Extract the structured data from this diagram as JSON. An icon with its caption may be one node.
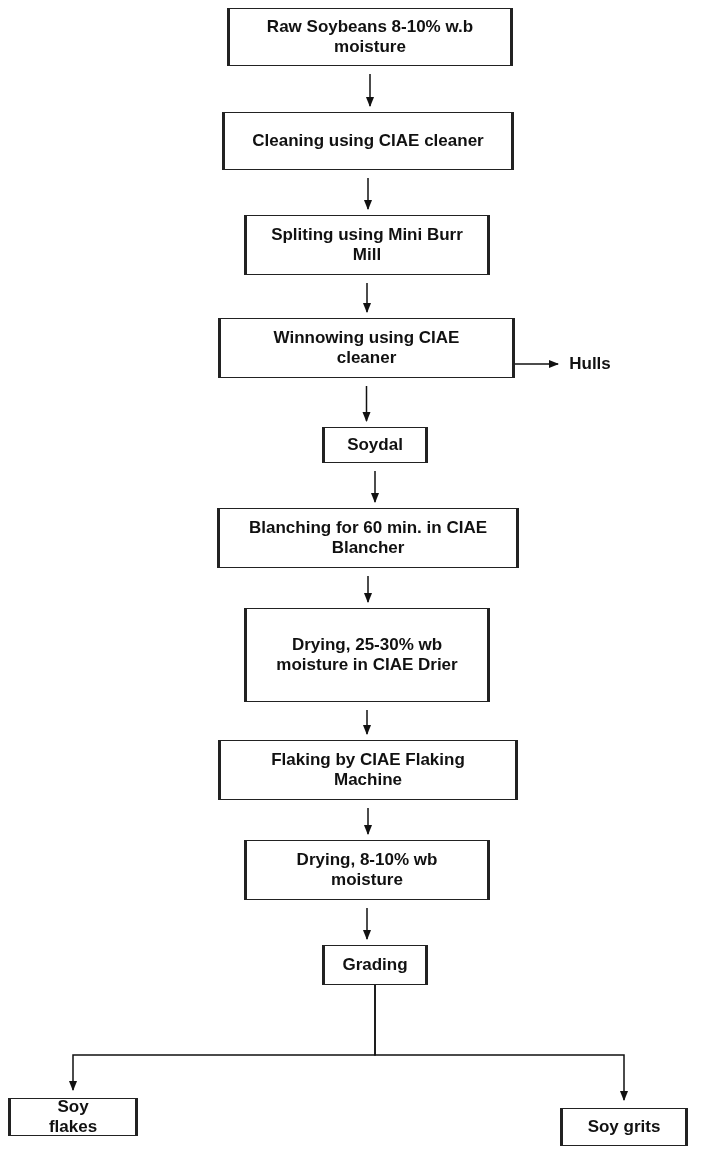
{
  "diagram": {
    "nodes": [
      {
        "text": [
          "Raw Soybeans 8-10% w.b moisture"
        ]
      },
      {
        "text": [
          "Cleaning using CIAE cleaner"
        ]
      },
      {
        "text": [
          "Spliting using Mini Burr Mill"
        ]
      },
      {
        "text": [
          "Winnowing using CIAE cleaner"
        ]
      },
      {
        "text": [
          "Hulls"
        ]
      },
      {
        "text": [
          "Soydal"
        ]
      },
      {
        "text": [
          "Blanching for 60 min. in CIAE Blancher"
        ]
      },
      {
        "text": [
          "Drying, 25-30% wb moisture in CIAE Drier"
        ]
      },
      {
        "text": [
          "Flaking by CIAE Flaking Machine"
        ]
      },
      {
        "text": [
          "Drying, 8-10% wb moisture"
        ]
      },
      {
        "text": [
          "Grading"
        ]
      },
      {
        "text": [
          "Soy flakes"
        ]
      },
      {
        "text": [
          "Soy grits"
        ]
      }
    ],
    "edges": [
      {
        "from": 0,
        "to": 1,
        "arrow": "to"
      },
      {
        "from": 1,
        "to": 2,
        "arrow": "to"
      },
      {
        "from": 2,
        "to": 3,
        "arrow": "to"
      },
      {
        "from": 3,
        "to": 4,
        "arrow": "to"
      },
      {
        "from": 3,
        "to": 5,
        "arrow": "to"
      },
      {
        "from": 5,
        "to": 6,
        "arrow": "to"
      },
      {
        "from": 6,
        "to": 7,
        "arrow": "to"
      },
      {
        "from": 7,
        "to": 8,
        "arrow": "to"
      },
      {
        "from": 8,
        "to": 9,
        "arrow": "to"
      },
      {
        "from": 9,
        "to": 10,
        "arrow": "to"
      },
      {
        "from": 10,
        "to": 11,
        "arrow": "to"
      },
      {
        "from": 10,
        "to": 12,
        "arrow": "to"
      }
    ]
  }
}
